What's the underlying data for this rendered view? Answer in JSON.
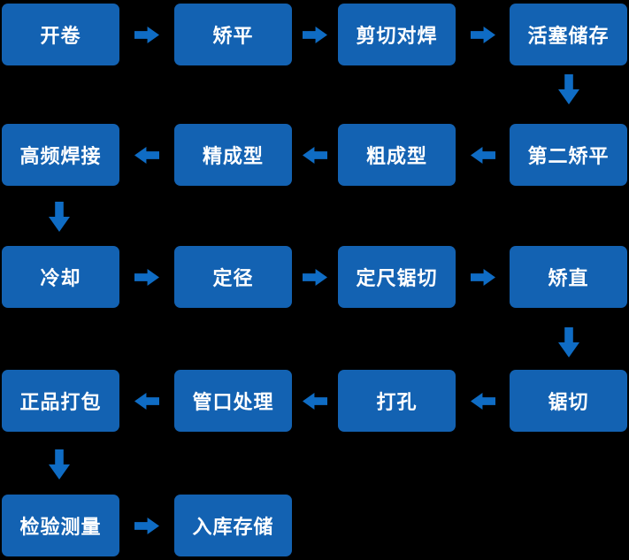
{
  "colors": {
    "background": "#000000",
    "box": "#1362b2",
    "arrow": "#0f6cc4",
    "text": "#ffffff"
  },
  "flow": {
    "rows": [
      {
        "direction": "right",
        "boxes": [
          "开卷",
          "矫平",
          "剪切对焊",
          "活塞储存"
        ]
      },
      {
        "direction": "left",
        "boxes": [
          "高频焊接",
          "精成型",
          "粗成型",
          "第二矫平"
        ]
      },
      {
        "direction": "right",
        "boxes": [
          "冷却",
          "定径",
          "定尺锯切",
          "矫直"
        ]
      },
      {
        "direction": "left",
        "boxes": [
          "正品打包",
          "管口处理",
          "打孔",
          "锯切"
        ]
      },
      {
        "direction": "right",
        "boxes": [
          "检验测量",
          "入库存储"
        ]
      }
    ],
    "sequence": [
      "开卷",
      "矫平",
      "剪切对焊",
      "活塞储存",
      "第二矫平",
      "粗成型",
      "精成型",
      "高频焊接",
      "冷却",
      "定径",
      "定尺锯切",
      "矫直",
      "锯切",
      "打孔",
      "管口处理",
      "正品打包",
      "检验测量",
      "入库存储"
    ]
  }
}
